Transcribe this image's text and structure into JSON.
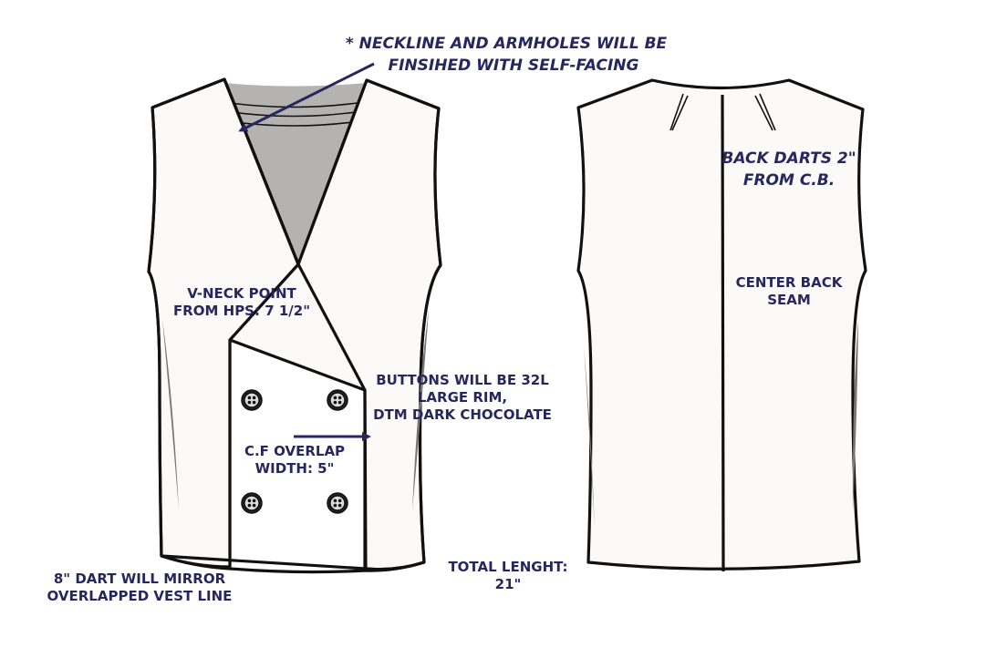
{
  "colors": {
    "outline": "#111111",
    "fabric": "#fbfaf8",
    "lining": "#b5b2b2",
    "annotation": "#27275f",
    "button_fill": "#dcdcdc"
  },
  "icons": {
    "button": "four-hole-button-icon",
    "arrow": "arrow-icon"
  },
  "notes": {
    "neckline": {
      "line1": "*  NECKLINE AND ARMHOLES WILL BE",
      "line2": "FINSIHED WITH SELF-FACING"
    },
    "vneck": {
      "line1": "V-NECK POINT",
      "line2": "FROM HPS: 7 1/2\""
    },
    "buttons": {
      "line1": "BUTTONS WILL BE 32L",
      "line2": "LARGE RIM,",
      "line3": "DTM DARK CHOCOLATE"
    },
    "overlap": {
      "line1": "C.F OVERLAP",
      "line2": "WIDTH: 5\""
    },
    "dart": {
      "line1": "8\" DART WILL MIRROR",
      "line2": "OVERLAPPED VEST LINE"
    },
    "length": {
      "line1": "TOTAL LENGHT:",
      "line2": "21\""
    },
    "back_darts": {
      "line1": "BACK DARTS 2\"",
      "line2": "FROM C.B."
    },
    "center_back": {
      "line1": "CENTER BACK",
      "line2": "SEAM"
    }
  }
}
